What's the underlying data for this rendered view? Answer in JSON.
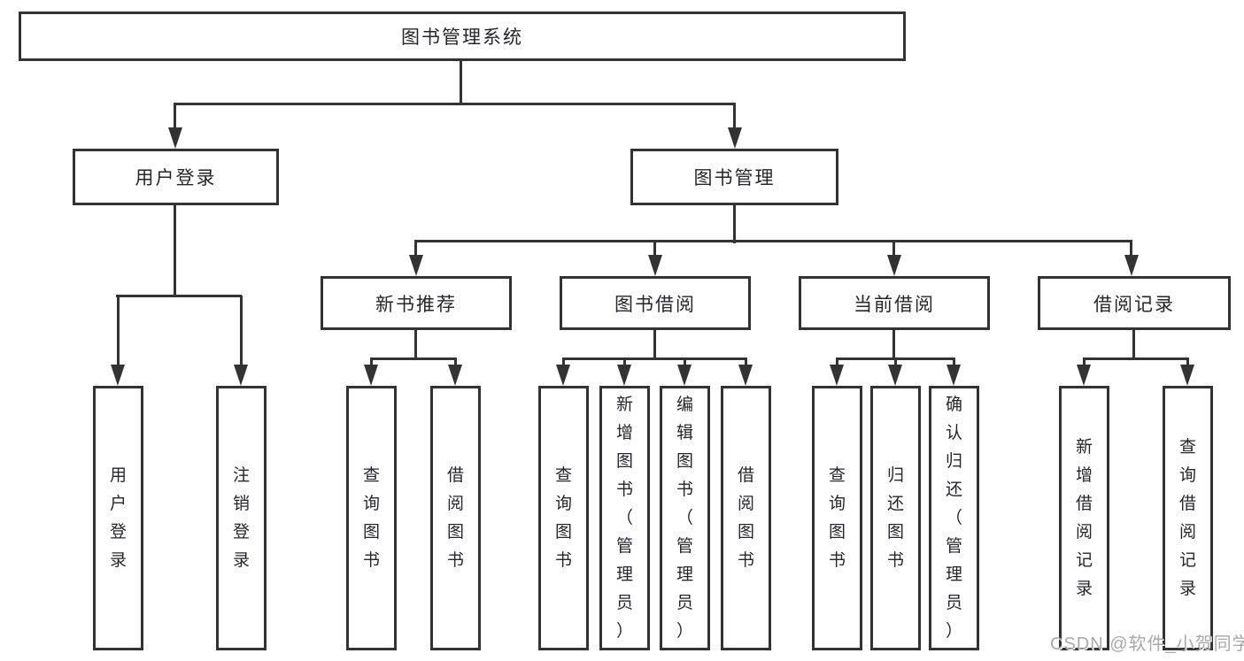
{
  "diagram": {
    "root": {
      "label": "图书管理系统"
    },
    "branches": [
      {
        "label": "用户登录",
        "leaves": [
          "用户登录",
          "注销登录"
        ]
      },
      {
        "label": "图书管理",
        "modules": [
          {
            "label": "新书推荐",
            "leaves": [
              "查询图书",
              "借阅图书"
            ]
          },
          {
            "label": "图书借阅",
            "leaves": [
              "查询图书",
              "新增图书（管理员）",
              "编辑图书（管理员）",
              "借阅图书"
            ]
          },
          {
            "label": "当前借阅",
            "leaves": [
              "查询图书",
              "归还图书",
              "确认归还（管理员）"
            ]
          },
          {
            "label": "借阅记录",
            "leaves": [
              "新增借阅记录",
              "查询借阅记录"
            ]
          }
        ]
      }
    ],
    "watermark": "CSDN @软件_小贺同学",
    "colors": {
      "line": "#333333",
      "box_border": "#333333",
      "text": "#26262b",
      "watermark": "#a9a9a9",
      "background": "#ffffff"
    }
  }
}
